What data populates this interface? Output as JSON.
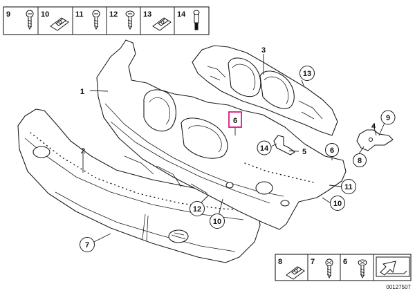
{
  "fastener_legend_top": [
    {
      "num": "9",
      "icon": "screw-icon"
    },
    {
      "num": "10",
      "icon": "clip-nut-icon"
    },
    {
      "num": "11",
      "icon": "screw-icon"
    },
    {
      "num": "12",
      "icon": "screw-icon"
    },
    {
      "num": "13",
      "icon": "clip-nut-icon"
    },
    {
      "num": "14",
      "icon": "rivet-icon"
    }
  ],
  "fastener_legend_bottom": [
    {
      "num": "8",
      "icon": "clip-nut-icon"
    },
    {
      "num": "7",
      "icon": "screw-icon"
    },
    {
      "num": "6",
      "icon": "screw-icon"
    }
  ],
  "callouts": {
    "c1": "1",
    "c2": "2",
    "c3": "3",
    "c4": "4",
    "c5": "5",
    "c6_highlight": "6",
    "c6_bumper": "6",
    "c6_bottom": "6",
    "c7": "7",
    "c8": "8",
    "c9": "9",
    "c10_bumper": "10",
    "c10_lower": "10",
    "c11": "11",
    "c12": "12",
    "c13": "13",
    "c14": "14"
  },
  "diagram_ref": "00127507",
  "colors": {
    "highlight": "#e0157f",
    "line": "#1a1a1a"
  }
}
